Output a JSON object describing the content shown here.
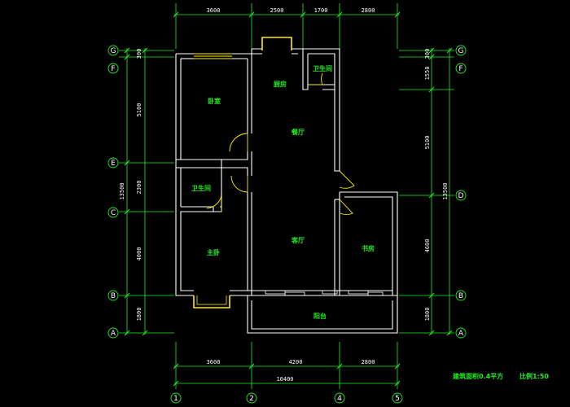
{
  "dims": {
    "top": [
      "3600",
      "2500",
      "1700",
      "2800"
    ],
    "bottom": [
      "3600",
      "4200",
      "2800"
    ],
    "bottom_total": "10400",
    "left": [
      "300",
      "5100",
      "2300",
      "4000",
      "1800"
    ],
    "left_total": "13500",
    "right": [
      "300",
      "1550",
      "5100",
      "4600",
      "1800"
    ],
    "right_total": "13500"
  },
  "axes": {
    "rows": [
      "G",
      "F",
      "E",
      "C",
      "B",
      "A"
    ],
    "right_rows": [
      "G",
      "F",
      "D",
      "B",
      "A"
    ],
    "cols": [
      "1",
      "2",
      "4",
      "5"
    ]
  },
  "rooms": {
    "kitchen": "厨房",
    "bath_top": "卫生间",
    "bedroom": "卧室",
    "dining": "餐厅",
    "bath_left": "卫生间",
    "living": "客厅",
    "master": "主卧",
    "study": "书房",
    "balcony": "阳台"
  },
  "footer": {
    "area": "建筑面积0.4平方",
    "scale": "比例1:50"
  },
  "colors": {
    "wall": "#ffffff",
    "dim_line": "#22ee22",
    "text": "#22ee22",
    "window": "#ffee00",
    "door": "#ffee00"
  }
}
